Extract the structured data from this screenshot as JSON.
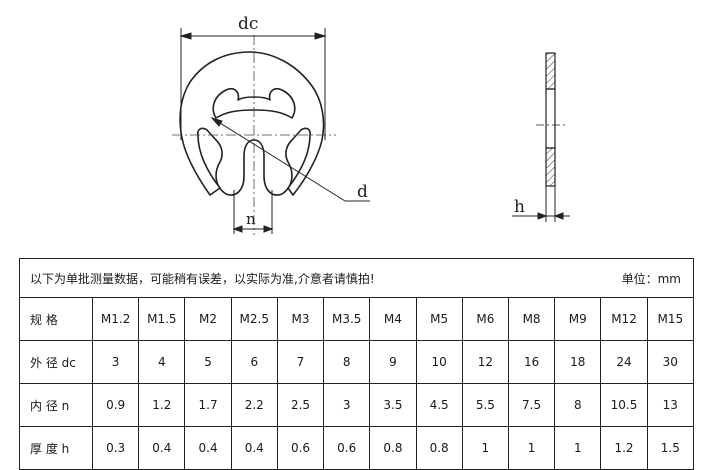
{
  "drawing": {
    "labels": {
      "outer_diameter": "dc",
      "inner_diameter": "d",
      "opening": "n",
      "thickness": "h"
    }
  },
  "table": {
    "notice": "以下为单批测量数据，可能稍有误差，以实际为准,介意者请慎拍!",
    "unit": "单位：mm",
    "header_label": "规 格",
    "sizes": [
      "M1.2",
      "M1.5",
      "M2",
      "M2.5",
      "M3",
      "M3.5",
      "M4",
      "M5",
      "M6",
      "M8",
      "M9",
      "M12",
      "M15"
    ],
    "rows": [
      {
        "label": "外 径 dc",
        "values": [
          "3",
          "4",
          "5",
          "6",
          "7",
          "8",
          "9",
          "10",
          "12",
          "16",
          "18",
          "24",
          "30"
        ]
      },
      {
        "label": "内 径 n",
        "values": [
          "0.9",
          "1.2",
          "1.7",
          "2.2",
          "2.5",
          "3",
          "3.5",
          "4.5",
          "5.5",
          "7.5",
          "8",
          "10.5",
          "13"
        ]
      },
      {
        "label": "厚 度 h",
        "values": [
          "0.3",
          "0.4",
          "0.4",
          "0.4",
          "0.6",
          "0.6",
          "0.8",
          "0.8",
          "1",
          "1",
          "1",
          "1.2",
          "1.5"
        ]
      }
    ]
  }
}
